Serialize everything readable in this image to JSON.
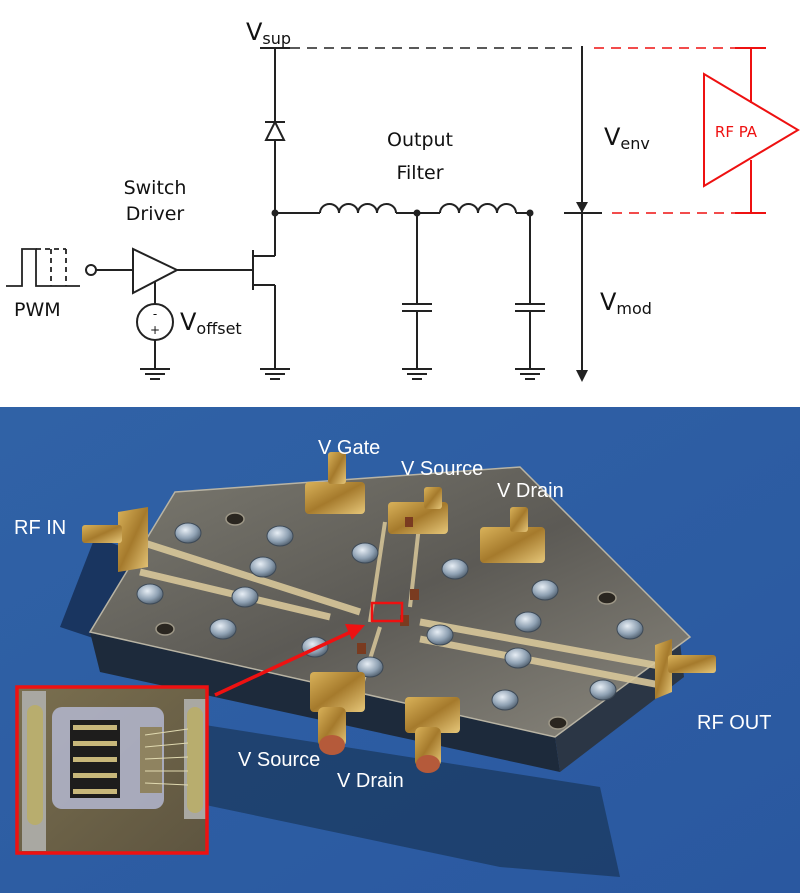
{
  "schematic": {
    "supply_label": {
      "main": "V",
      "sub": "sup"
    },
    "switch_driver_label": [
      "Switch",
      "Driver"
    ],
    "output_filter_label": [
      "Output",
      "Filter"
    ],
    "pwm_label": "PWM",
    "offset_label": {
      "main": "V",
      "sub": "offset"
    },
    "offset_source_polarity": {
      "top": "-",
      "bottom": "+"
    },
    "envelope_label": {
      "main": "V",
      "sub": "env"
    },
    "modulation_label": {
      "main": "V",
      "sub": "mod"
    },
    "rf_pa_label": "RF PA",
    "colors": {
      "line": "#222222",
      "rf_pa": "#ee1111"
    }
  },
  "photo": {
    "labels": {
      "rf_in": "RF IN",
      "rf_out": "RF OUT",
      "v_gate": "V Gate",
      "v_source_top": "V Source",
      "v_drain_top": "V Drain",
      "v_source_bottom": "V Source",
      "v_drain_bottom": "V Drain"
    },
    "colors": {
      "background": "#2f5fa3",
      "highlight": "#ee1111",
      "label": "#ffffff"
    }
  }
}
